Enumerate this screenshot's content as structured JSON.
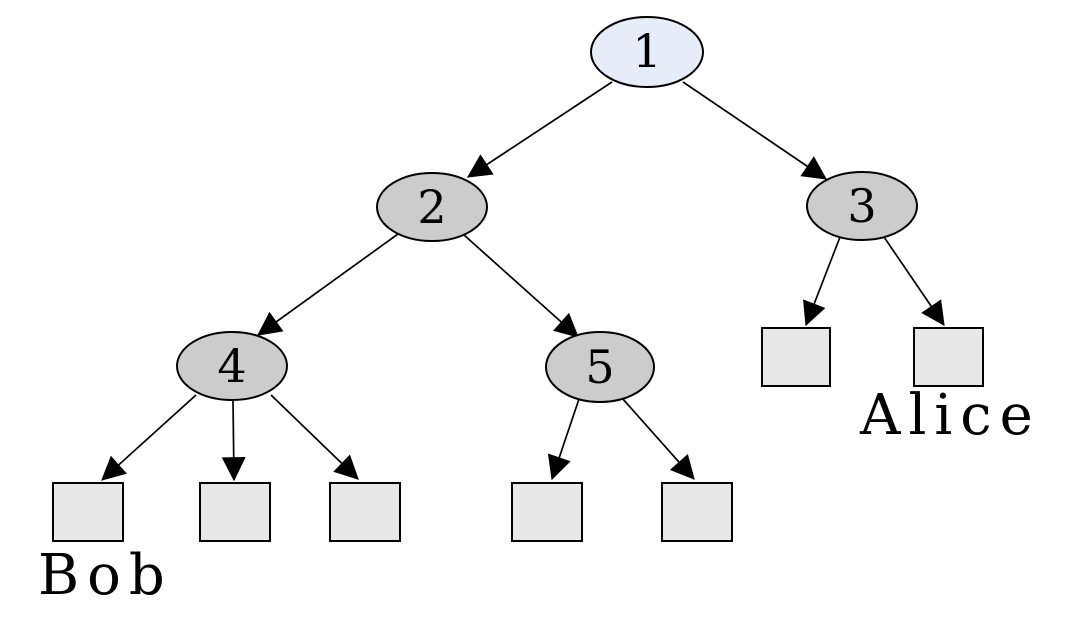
{
  "diagram": {
    "type": "tree",
    "background": "#ffffff",
    "stroke_color": "#000000",
    "root_fill": "#e6ecf8",
    "internal_fill": "#cccccc",
    "leaf_fill": "#e8e8e8",
    "nodes": [
      {
        "id": "1",
        "label": "1",
        "role": "root"
      },
      {
        "id": "2",
        "label": "2",
        "role": "internal"
      },
      {
        "id": "3",
        "label": "3",
        "role": "internal"
      },
      {
        "id": "4",
        "label": "4",
        "role": "internal"
      },
      {
        "id": "5",
        "label": "5",
        "role": "internal"
      }
    ],
    "edges": [
      {
        "from": "1",
        "to": "2"
      },
      {
        "from": "1",
        "to": "3"
      },
      {
        "from": "2",
        "to": "4"
      },
      {
        "from": "2",
        "to": "5"
      },
      {
        "from": "3",
        "to": "leaf-3-left"
      },
      {
        "from": "3",
        "to": "leaf-alice"
      },
      {
        "from": "4",
        "to": "leaf-bob"
      },
      {
        "from": "4",
        "to": "leaf-4-middle"
      },
      {
        "from": "4",
        "to": "leaf-4-right"
      },
      {
        "from": "5",
        "to": "leaf-5-left"
      },
      {
        "from": "5",
        "to": "leaf-5-right"
      }
    ],
    "leaf_labels": {
      "bob": "Bob",
      "alice": "Alice"
    }
  }
}
